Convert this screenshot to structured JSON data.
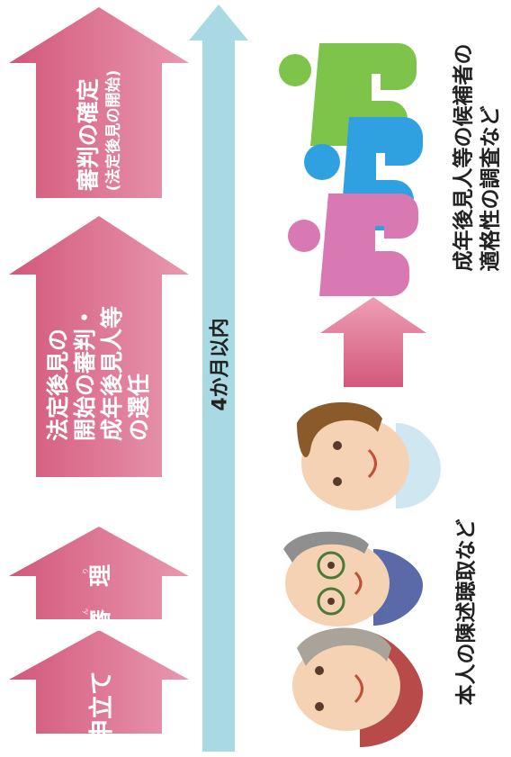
{
  "steps": [
    {
      "label": "申立て"
    },
    {
      "label": "審　理",
      "ruby": "しん　　り"
    },
    {
      "line1": "法定後見の",
      "line2": "開始の審判・",
      "line3": "成年後見人等",
      "line4": "の選任"
    },
    {
      "line1": "審判の確定",
      "line2": "(法定後見の開始)"
    }
  ],
  "timeline": {
    "label": "4か月以内"
  },
  "captions": {
    "interview": "本人の陳述聴取など",
    "candidate_line1": "成年後見人等の候補者の",
    "candidate_line2": "適格性の調査など"
  },
  "colors": {
    "arrow_fill": "#d45d7e",
    "arrow_fill_top": "#e07c98",
    "timeline": "#a9d9e2",
    "text": "#222222"
  }
}
